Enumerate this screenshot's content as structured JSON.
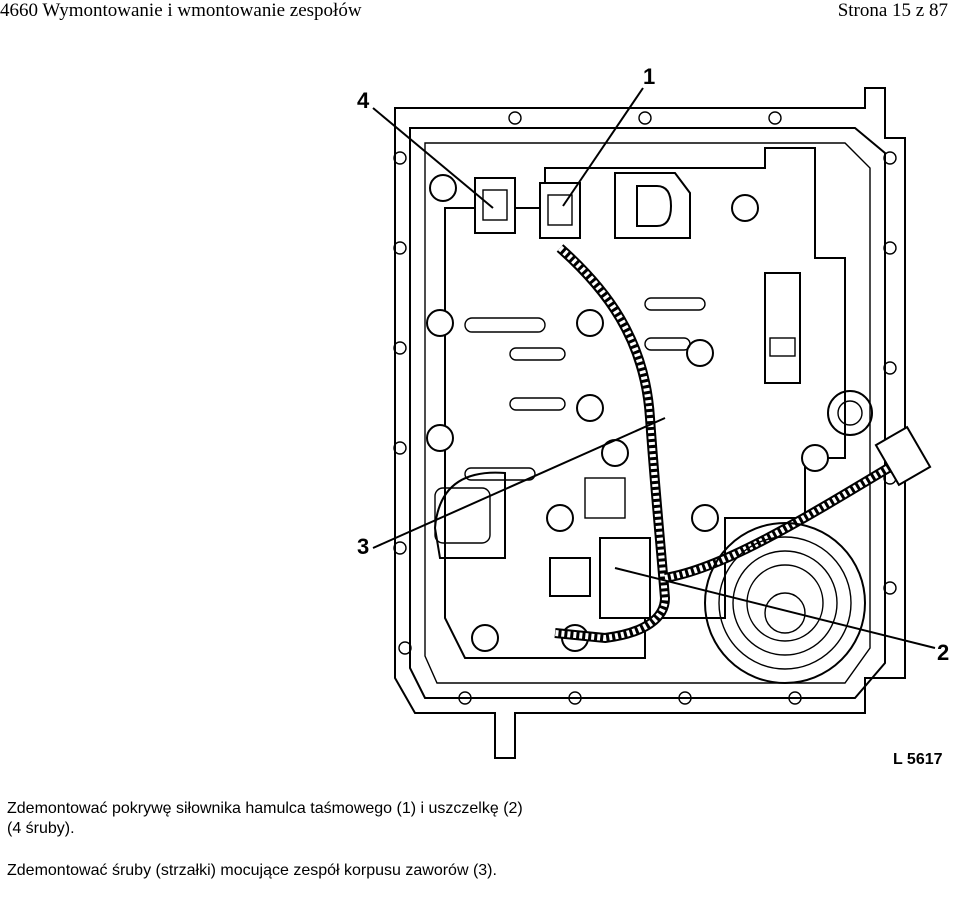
{
  "header": {
    "left": "4660 Wymontowanie i wmontowanie zespołów",
    "right": "Strona 15 z 87"
  },
  "figure": {
    "callouts": [
      "1",
      "2",
      "3",
      "4"
    ],
    "figure_id": "L 5617"
  },
  "body": {
    "paragraph1": "Zdemontować pokrywę siłownika hamulca taśmowego (1) i uszczelkę (2) (4 śruby).",
    "paragraph2": "Zdemontować śruby (strzałki) mocujące zespół korpusu zaworów (3)."
  }
}
